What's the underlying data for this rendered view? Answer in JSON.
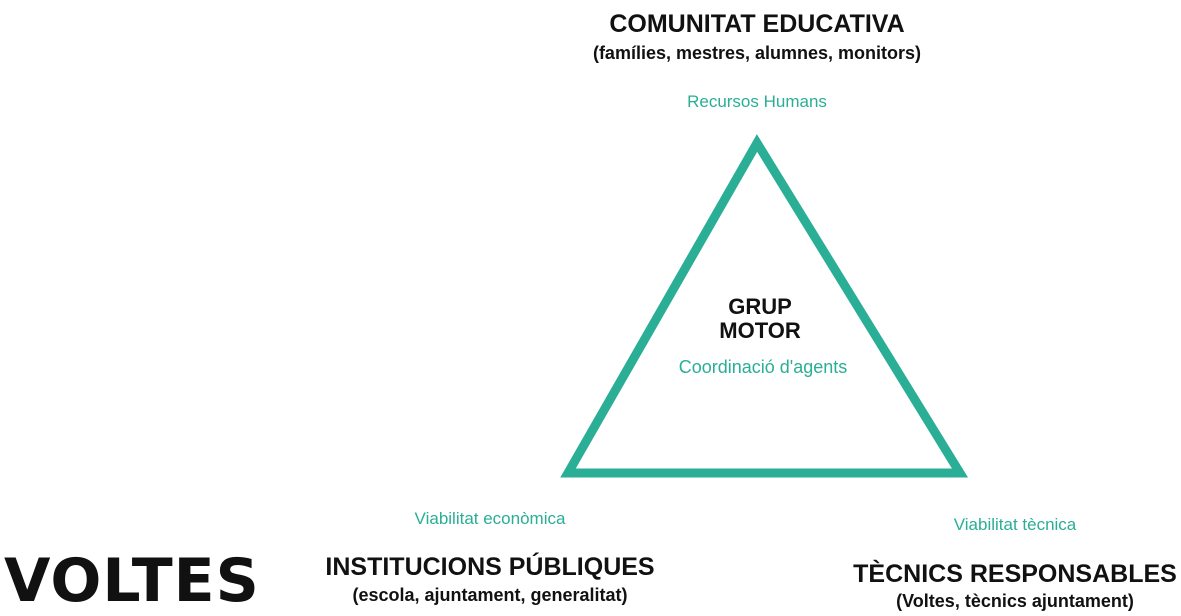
{
  "top": {
    "title": "COMUNITAT EDUCATIVA",
    "subtitle": "(famílies, mestres, alumnes, monitors)",
    "resource": "Recursos Humans"
  },
  "center": {
    "line1": "GRUP",
    "line2": "MOTOR",
    "caption": "Coordinació d'agents"
  },
  "left": {
    "resource": "Viabilitat econòmica",
    "title": "INSTITUCIONS PÚBLIQUES",
    "subtitle": "(escola, ajuntament, generalitat)"
  },
  "right": {
    "resource": "Viabilitat tècnica",
    "title": "TÈCNICS RESPONSABLES",
    "subtitle": "(Voltes, tècnics ajuntament)"
  },
  "logo": "VOLTES",
  "colors": {
    "accent": "#2aae96",
    "text": "#111111"
  }
}
